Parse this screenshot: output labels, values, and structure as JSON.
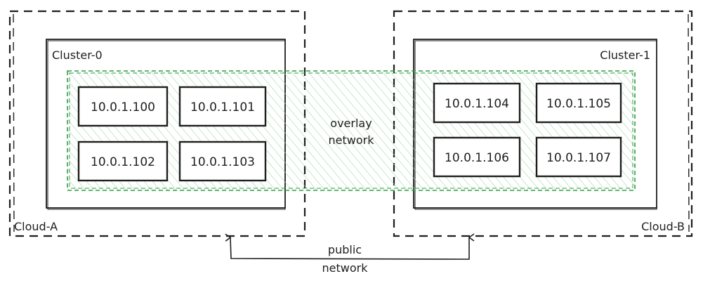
{
  "clouds": [
    {
      "label": "Cloud-A"
    },
    {
      "label": "Cloud-B"
    }
  ],
  "clusters": [
    {
      "label": "Cluster-0",
      "nodes": [
        "10.0.1.100",
        "10.0.1.101",
        "10.0.1.102",
        "10.0.1.103"
      ]
    },
    {
      "label": "Cluster-1",
      "nodes": [
        "10.0.1.104",
        "10.0.1.105",
        "10.0.1.106",
        "10.0.1.107"
      ]
    }
  ],
  "overlay": {
    "line1": "overlay",
    "line2": "network",
    "color": "#2f9e44"
  },
  "public": {
    "line1": "public",
    "line2": "network"
  },
  "colors": {
    "stroke": "#1e1e1e",
    "overlay_fill": "#b2f2bb"
  }
}
